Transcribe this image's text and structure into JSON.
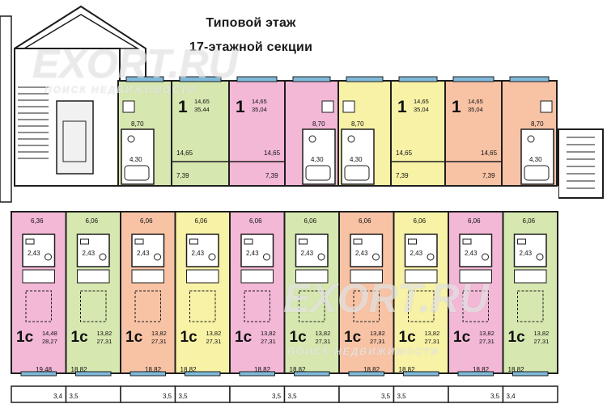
{
  "title_line1": "Типовой этаж",
  "title_line2": "17-этажной секции",
  "watermark_top": "EXORT.RU",
  "watermark_top_sub": "ПОИСК НЕДВИЖИМОСТИ",
  "watermark_bottom": "EXORT.RU",
  "watermark_bottom_sub": "ПОИСК НЕДВИЖИМОСТИ",
  "colors": {
    "green": "#d6e8b0",
    "pink": "#f3b8d6",
    "yellow": "#f7f2a6",
    "peach": "#f8c3a5",
    "window": "#7fb9d9",
    "wall": "#1e1e1e"
  },
  "top_units": [
    {
      "color": "green",
      "kitchen": "8,70",
      "bath": "4,30"
    },
    {
      "color": "green",
      "rooms": "1",
      "area_living": "14,65",
      "area_total": "35,44",
      "room": "14,65",
      "loggia": "7,39"
    },
    {
      "color": "pink",
      "rooms": "1",
      "area_living": "14,65",
      "area_total": "35,04",
      "room": "14,65",
      "loggia": "7,39"
    },
    {
      "color": "pink",
      "kitchen": "8,70",
      "bath": "4,30"
    },
    {
      "color": "yellow",
      "kitchen": "8,70",
      "bath": "4,30"
    },
    {
      "color": "yellow",
      "rooms": "1",
      "area_living": "14,65",
      "area_total": "35,04",
      "room": "14,65",
      "loggia": "7,39"
    },
    {
      "color": "peach",
      "rooms": "1",
      "area_living": "14,65",
      "area_total": "35,04",
      "room": "14,65",
      "loggia": "7,39"
    },
    {
      "color": "peach",
      "kitchen": "8,70",
      "bath": "4,30"
    }
  ],
  "bottom_units": [
    {
      "color": "pink",
      "rooms": "1с",
      "area_living": "14,48",
      "area_total": "28,27",
      "kitchen": "6,36",
      "bath": "2,43",
      "room": "19,48",
      "balcony": "3,4"
    },
    {
      "color": "green",
      "rooms": "1с",
      "area_living": "13,82",
      "area_total": "27,31",
      "kitchen": "6,06",
      "bath": "2,43",
      "room": "18,82",
      "balcony": "3,5"
    },
    {
      "color": "peach",
      "rooms": "1с",
      "area_living": "13,82",
      "area_total": "27,31",
      "kitchen": "6,06",
      "bath": "2,43",
      "room": "18,82",
      "balcony": "3,5"
    },
    {
      "color": "yellow",
      "rooms": "1с",
      "area_living": "13,82",
      "area_total": "27,31",
      "kitchen": "6,06",
      "bath": "2,43",
      "room": "18,82",
      "balcony": "3,5"
    },
    {
      "color": "pink",
      "rooms": "1с",
      "area_living": "13,82",
      "area_total": "27,31",
      "kitchen": "6,06",
      "bath": "2,43",
      "room": "18,82",
      "balcony": "3,5"
    },
    {
      "color": "green",
      "rooms": "1с",
      "area_living": "13,82",
      "area_total": "27,31",
      "kitchen": "6,06",
      "bath": "2,43",
      "room": "18,82",
      "balcony": "3,5"
    },
    {
      "color": "peach",
      "rooms": "1с",
      "area_living": "13,82",
      "area_total": "27,31",
      "kitchen": "6,06",
      "bath": "2,43",
      "room": "18,82",
      "balcony": "3,5"
    },
    {
      "color": "yellow",
      "rooms": "1с",
      "area_living": "13,82",
      "area_total": "27,31",
      "kitchen": "6,06",
      "bath": "2,43",
      "room": "18,82",
      "balcony": "3,5"
    },
    {
      "color": "pink",
      "rooms": "1с",
      "area_living": "13,82",
      "area_total": "27,31",
      "kitchen": "6,06",
      "bath": "2,43",
      "room": "18,82",
      "balcony": "3,5"
    },
    {
      "color": "green",
      "rooms": "1с",
      "area_living": "13,82",
      "area_total": "27,31",
      "kitchen": "6,06",
      "bath": "2,43",
      "room": "18,82",
      "balcony": "3,4"
    }
  ]
}
